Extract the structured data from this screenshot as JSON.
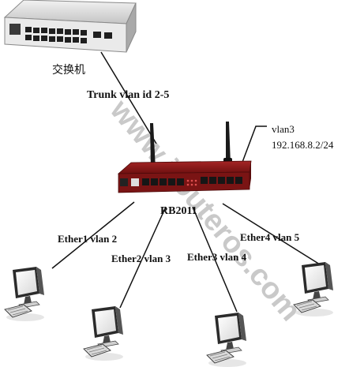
{
  "watermark": "www.irouteros.com",
  "labels": {
    "switch": "交换机",
    "trunk": "Trunk vlan id 2-5",
    "router": "RB2011",
    "vlan3": "vlan3",
    "vlan3_ip": "192.168.8.2/24",
    "ether1": "Ether1 vlan 2",
    "ether2": "Ether2 vlan 3",
    "ether3": "Ether3 vlan 4",
    "ether4": "Ether4 vlan 5"
  },
  "nodes": [
    {
      "id": "switch",
      "icon": "network-switch-icon"
    },
    {
      "id": "router",
      "icon": "router-icon"
    },
    {
      "id": "pc1",
      "icon": "computer-icon"
    },
    {
      "id": "pc2",
      "icon": "computer-icon"
    },
    {
      "id": "pc3",
      "icon": "computer-icon"
    },
    {
      "id": "pc4",
      "icon": "computer-icon"
    }
  ],
  "colors": {
    "router_body": "#8b1a1a",
    "switch_body": "#dcdcdc",
    "line": "#111111",
    "watermark": "#c9c9c9"
  }
}
